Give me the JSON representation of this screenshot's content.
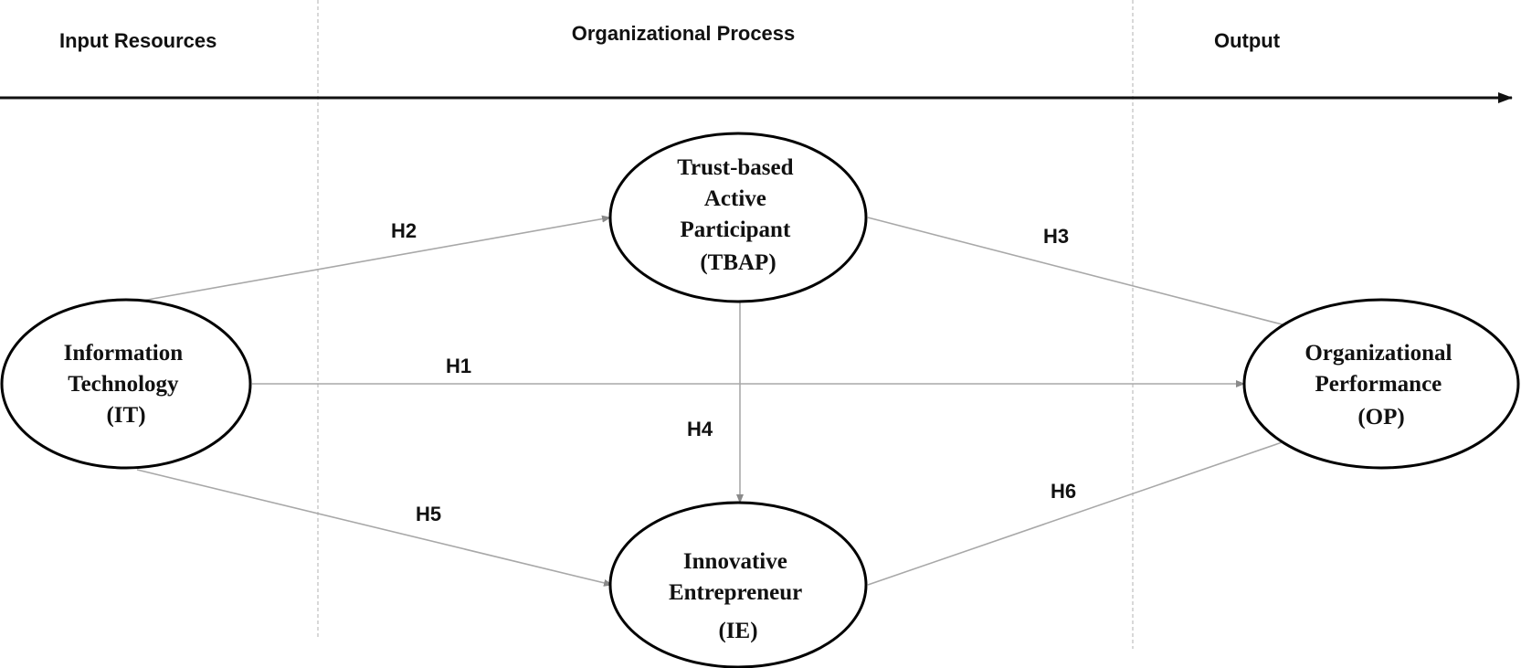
{
  "headers": {
    "input": "Input Resources",
    "process": "Organizational Process",
    "output": "Output"
  },
  "nodes": {
    "it": {
      "lines": [
        "Information",
        "Technology",
        "(IT)"
      ]
    },
    "tbap": {
      "lines": [
        "Trust-based",
        "Active",
        "Participant",
        "(TBAP)"
      ]
    },
    "ie": {
      "lines": [
        "Innovative",
        "Entrepreneur",
        "(IE)"
      ]
    },
    "op": {
      "lines": [
        "Organizational",
        "Performance",
        "(OP)"
      ]
    }
  },
  "hypotheses": {
    "h1": "H1",
    "h2": "H2",
    "h3": "H3",
    "h4": "H4",
    "h5": "H5",
    "h6": "H6"
  }
}
